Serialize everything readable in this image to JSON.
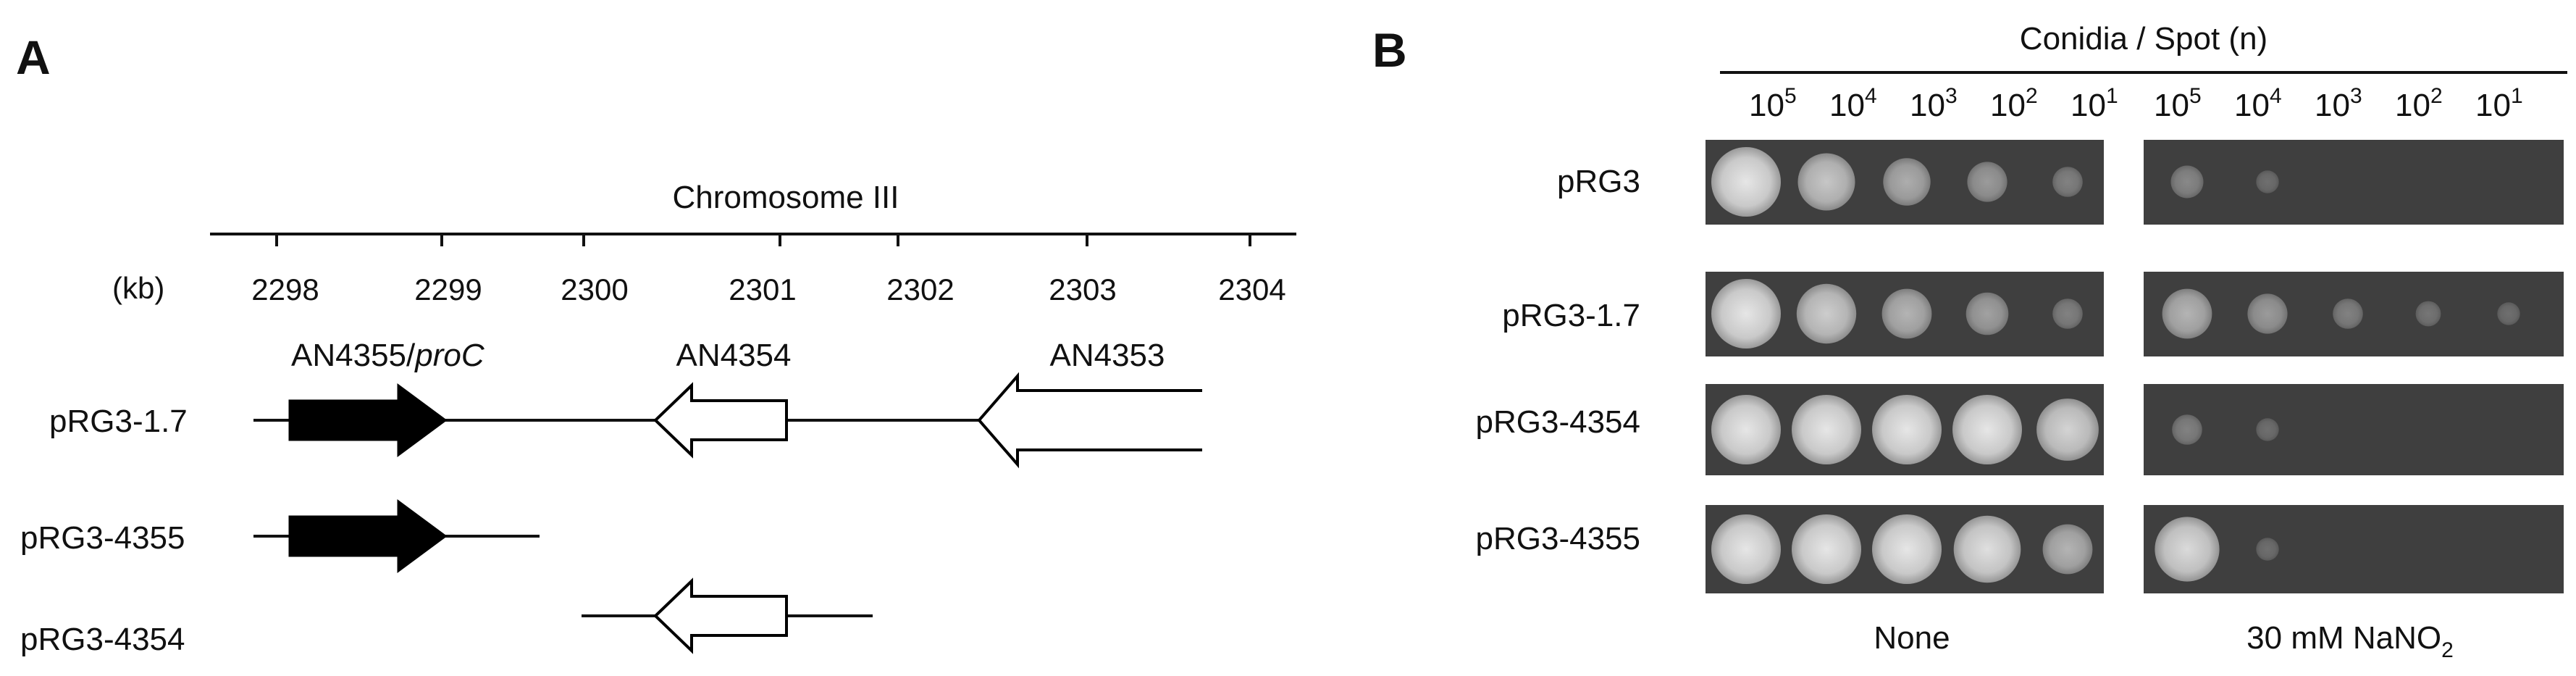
{
  "panel_a": {
    "letter": "A",
    "chromosome_label": "Chromosome III",
    "unit_label": "(kb)",
    "ticks": [
      "2298",
      "2299",
      "2300",
      "2301",
      "2302",
      "2303",
      "2304"
    ],
    "genes": {
      "proC_name": "AN4355/",
      "proC_italic": "proC",
      "an4354": "AN4354",
      "an4353": "AN4353"
    },
    "constructs": [
      "pRG3-1.7",
      "pRG3-4355",
      "pRG3-4354"
    ]
  },
  "panel_b": {
    "letter": "B",
    "header": "Conidia / Spot (n)",
    "dilution_base": "10",
    "dilution_exponents": [
      "5",
      "4",
      "3",
      "2",
      "1"
    ],
    "strains": [
      "pRG3",
      "pRG3-1.7",
      "pRG3-4354",
      "pRG3-4355"
    ],
    "condition_none": "None",
    "condition_nano2_prefix": "30 mM NaNO",
    "condition_nano2_sub": "2",
    "growth_none": [
      [
        1.0,
        0.75,
        0.55,
        0.4,
        0.2
      ],
      [
        1.0,
        0.8,
        0.6,
        0.45,
        0.2
      ],
      [
        1.0,
        1.0,
        1.0,
        1.0,
        0.85
      ],
      [
        1.0,
        1.0,
        1.0,
        0.95,
        0.6
      ]
    ],
    "growth_nano2": [
      [
        0.25,
        0.05,
        0,
        0,
        0
      ],
      [
        0.6,
        0.4,
        0.2,
        0.1,
        0.05
      ],
      [
        0.2,
        0.05,
        0,
        0,
        0
      ],
      [
        0.9,
        0.05,
        0,
        0,
        0
      ]
    ]
  }
}
